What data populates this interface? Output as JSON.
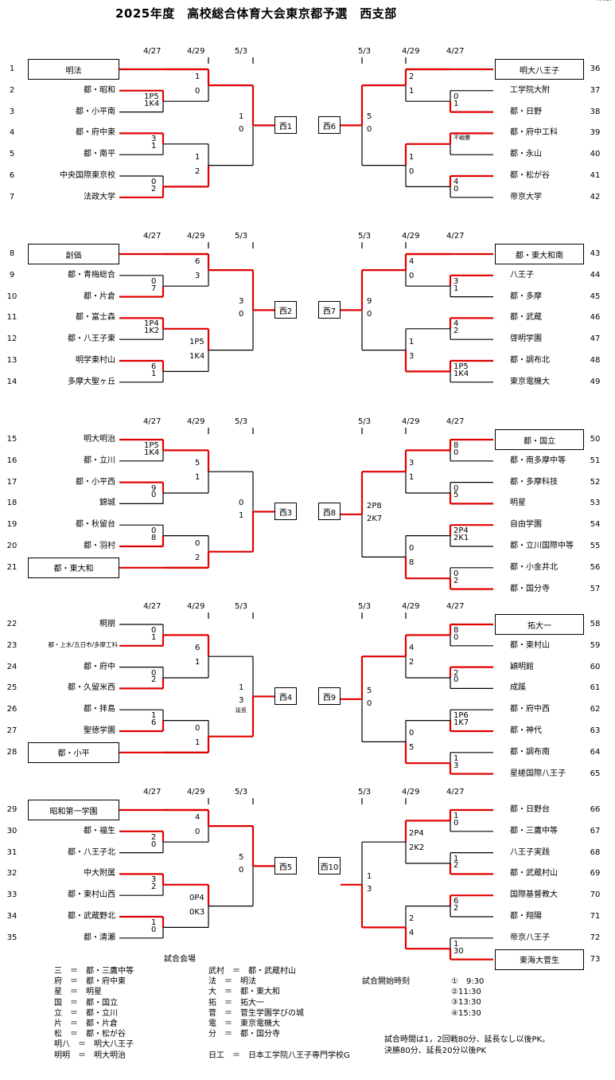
{
  "title": "2025年度　高校総合体育大会東京都予選　西支部",
  "corner_text": "東京",
  "dates_left": [
    "4/27",
    "4/29",
    "5/3"
  ],
  "dates_right": [
    "5/3",
    "4/29",
    "4/27"
  ],
  "blocks": [
    {
      "final_left": "西1",
      "final_right": "西6",
      "left_teams": [
        {
          "n": "1",
          "name": "明法",
          "seed": true
        },
        {
          "n": "2",
          "name": "都・昭和"
        },
        {
          "n": "3",
          "name": "都・小平南"
        },
        {
          "n": "4",
          "name": "都・府中東"
        },
        {
          "n": "5",
          "name": "都・南平"
        },
        {
          "n": "6",
          "name": "中央国際東京校"
        },
        {
          "n": "7",
          "name": "法政大学"
        }
      ],
      "right_teams": [
        {
          "n": "36",
          "name": "明大八王子",
          "seed": true
        },
        {
          "n": "37",
          "name": "工学院大附"
        },
        {
          "n": "38",
          "name": "都・日野"
        },
        {
          "n": "39",
          "name": "都・府中工科"
        },
        {
          "n": "40",
          "name": "都・永山"
        },
        {
          "n": "41",
          "name": "都・松が谷"
        },
        {
          "n": "42",
          "name": "帝京大学"
        }
      ],
      "left_scores": {
        "r1": [
          [
            "1P5",
            "1K4"
          ],
          [
            "3",
            "1"
          ],
          [
            "0",
            "2"
          ]
        ],
        "r2": [
          [
            "1",
            "0"
          ],
          [
            "1",
            "2"
          ]
        ],
        "r3": [
          "1",
          "0"
        ]
      },
      "right_scores": {
        "r1": [
          [
            "0",
            "1"
          ],
          [
            "不戦勝",
            ""
          ],
          [
            "4",
            "0"
          ]
        ],
        "r2": [
          [
            "2",
            "1"
          ],
          [
            "1",
            "0"
          ]
        ],
        "r3": [
          "5",
          "0"
        ]
      }
    },
    {
      "final_left": "西2",
      "final_right": "西7",
      "left_teams": [
        {
          "n": "8",
          "name": "創価",
          "seed": true
        },
        {
          "n": "9",
          "name": "都・青梅総合"
        },
        {
          "n": "10",
          "name": "都・片倉"
        },
        {
          "n": "11",
          "name": "都・富士森"
        },
        {
          "n": "12",
          "name": "都・八王子東"
        },
        {
          "n": "13",
          "name": "明学東村山"
        },
        {
          "n": "14",
          "name": "多摩大聖ヶ丘"
        }
      ],
      "right_teams": [
        {
          "n": "43",
          "name": "都・東大和南",
          "seed": true
        },
        {
          "n": "44",
          "name": "八王子"
        },
        {
          "n": "45",
          "name": "都・多摩"
        },
        {
          "n": "46",
          "name": "都・武蔵"
        },
        {
          "n": "47",
          "name": "啓明学園"
        },
        {
          "n": "48",
          "name": "都・調布北"
        },
        {
          "n": "49",
          "name": "東京電機大"
        }
      ],
      "left_scores": {
        "r1": [
          [
            "0",
            "7"
          ],
          [
            "1P4",
            "1K2"
          ],
          [
            "6",
            "1"
          ]
        ],
        "r2": [
          [
            "6",
            "3"
          ],
          [
            "1P5",
            "1K4"
          ]
        ],
        "r3": [
          "3",
          "0"
        ]
      },
      "right_scores": {
        "r1": [
          [
            "3",
            "1"
          ],
          [
            "4",
            "2"
          ],
          [
            "1P5",
            "1K4"
          ]
        ],
        "r2": [
          [
            "4",
            "0"
          ],
          [
            "1",
            "3"
          ]
        ],
        "r3": [
          "9",
          "0"
        ]
      }
    },
    {
      "final_left": "西3",
      "final_right": "西8",
      "left_teams": [
        {
          "n": "15",
          "name": "明大明治"
        },
        {
          "n": "16",
          "name": "都・立川"
        },
        {
          "n": "17",
          "name": "都・小平西"
        },
        {
          "n": "18",
          "name": "錦城"
        },
        {
          "n": "19",
          "name": "都・秋留台"
        },
        {
          "n": "20",
          "name": "都・羽村"
        },
        {
          "n": "21",
          "name": "都・東大和",
          "seed": true
        }
      ],
      "right_teams": [
        {
          "n": "50",
          "name": "都・国立",
          "seed": true
        },
        {
          "n": "51",
          "name": "都・南多摩中等"
        },
        {
          "n": "52",
          "name": "都・多摩科技"
        },
        {
          "n": "53",
          "name": "明星"
        },
        {
          "n": "54",
          "name": "自由学園"
        },
        {
          "n": "55",
          "name": "都・立川国際中等"
        },
        {
          "n": "56",
          "name": "都・小金井北"
        },
        {
          "n": "57",
          "name": "都・国分寺"
        }
      ],
      "left_scores": {
        "r1": [
          [
            "1P5",
            "1K4"
          ],
          [
            "9",
            "0"
          ],
          [
            "0",
            "8"
          ]
        ],
        "r2": [
          [
            "5",
            "1"
          ],
          [
            "0",
            "2"
          ]
        ],
        "r3": [
          "0",
          "1"
        ]
      },
      "right_scores": {
        "r1": [
          [
            "8",
            "0"
          ],
          [
            "0",
            "5"
          ],
          [
            "2P4",
            "2K1"
          ],
          [
            "0",
            "2"
          ]
        ],
        "r2": [
          [
            "3",
            "1"
          ],
          [
            "0",
            "8"
          ]
        ],
        "r3": [
          "2P8",
          "2K7"
        ]
      }
    },
    {
      "final_left": "西4",
      "final_right": "西9",
      "left_teams": [
        {
          "n": "22",
          "name": "桐朋"
        },
        {
          "n": "23",
          "name": "都・上水/五日市/多摩工科"
        },
        {
          "n": "24",
          "name": "都・府中"
        },
        {
          "n": "25",
          "name": "都・久留米西"
        },
        {
          "n": "26",
          "name": "都・拝島"
        },
        {
          "n": "27",
          "name": "聖徳学園"
        },
        {
          "n": "28",
          "name": "都・小平",
          "seed": true
        }
      ],
      "right_teams": [
        {
          "n": "58",
          "name": "拓大一",
          "seed": true
        },
        {
          "n": "59",
          "name": "都・東村山"
        },
        {
          "n": "60",
          "name": "穎明館"
        },
        {
          "n": "61",
          "name": "成蹊"
        },
        {
          "n": "62",
          "name": "都・府中西"
        },
        {
          "n": "63",
          "name": "都・神代"
        },
        {
          "n": "64",
          "name": "都・調布南"
        },
        {
          "n": "65",
          "name": "星槎国際八王子"
        }
      ],
      "left_scores": {
        "r1": [
          [
            "0",
            "1"
          ],
          [
            "0",
            "2"
          ],
          [
            "1",
            "6"
          ]
        ],
        "r2": [
          [
            "6",
            "1"
          ],
          [
            "0",
            "1"
          ]
        ],
        "r3": [
          "1",
          "3"
        ],
        "extra": "延長"
      },
      "right_scores": {
        "r1": [
          [
            "8",
            "0"
          ],
          [
            "2",
            "0"
          ],
          [
            "1P6",
            "1K7"
          ],
          [
            "1",
            "3"
          ]
        ],
        "r2": [
          [
            "4",
            "2"
          ],
          [
            "0",
            "5"
          ]
        ],
        "r3": [
          "5",
          "0"
        ]
      }
    },
    {
      "final_left": "西5",
      "final_right": "西10",
      "left_teams": [
        {
          "n": "29",
          "name": "昭和第一学園",
          "seed": true
        },
        {
          "n": "30",
          "name": "都・福生"
        },
        {
          "n": "31",
          "name": "都・八王子北"
        },
        {
          "n": "32",
          "name": "中大附属"
        },
        {
          "n": "33",
          "name": "都・東村山西"
        },
        {
          "n": "34",
          "name": "都・武蔵野北"
        },
        {
          "n": "35",
          "name": "都・清瀬"
        }
      ],
      "right_teams": [
        {
          "n": "66",
          "name": "都・日野台"
        },
        {
          "n": "67",
          "name": "都・三鷹中等"
        },
        {
          "n": "68",
          "name": "八王子実践"
        },
        {
          "n": "69",
          "name": "都・武蔵村山"
        },
        {
          "n": "70",
          "name": "国際基督教大"
        },
        {
          "n": "71",
          "name": "都・翔陽"
        },
        {
          "n": "72",
          "name": "帝京八王子"
        },
        {
          "n": "73",
          "name": "東海大菅生",
          "seed": true
        }
      ],
      "left_scores": {
        "r1": [
          [
            "2",
            "0"
          ],
          [
            "3",
            "2"
          ],
          [
            "1",
            "0"
          ]
        ],
        "r2": [
          [
            "4",
            "0"
          ],
          [
            "0P4",
            "0K3"
          ]
        ],
        "r3": [
          "5",
          "0"
        ]
      },
      "right_scores": {
        "r1": [
          [
            "1",
            "0"
          ],
          [
            "1",
            "2"
          ],
          [
            "6",
            "2"
          ],
          [
            "1",
            "30"
          ]
        ],
        "r2": [
          [
            "2P4",
            "2K2"
          ],
          [
            "2",
            "4"
          ]
        ],
        "r3": [
          "1",
          "3"
        ]
      }
    }
  ],
  "venues_title": "試合会場",
  "venues_left": [
    "三　＝　都・三鷹中等",
    "府　＝　都・府中東",
    "星　＝　明星",
    "国　＝　都・国立",
    "立　＝　都・立川",
    "片　＝　都・片倉",
    "松　＝　都・松が谷",
    "明八　＝　明大八王子",
    "明明　＝　明大明治"
  ],
  "venues_mid": [
    "武村　＝　都・武蔵村山",
    "法　＝　明法",
    "大　＝　都・東大和",
    "拓　＝　拓大一",
    "菅　＝　菅生学園学びの城",
    "電　＝　東京電機大",
    "分　＝　都・国分寺",
    "",
    "日工　＝　日本工学院八王子専門学校G"
  ],
  "start_label": "試合開始時刻",
  "start_times": [
    "①　9:30",
    "②11:30",
    "③13:30",
    "④15:30"
  ],
  "rules": [
    "試合時間は1，2回戦80分、延長なし以後PK。",
    "決勝80分、延長20分以後PK"
  ],
  "colors": {
    "winner_line": "#e00000",
    "line": "#000000"
  }
}
